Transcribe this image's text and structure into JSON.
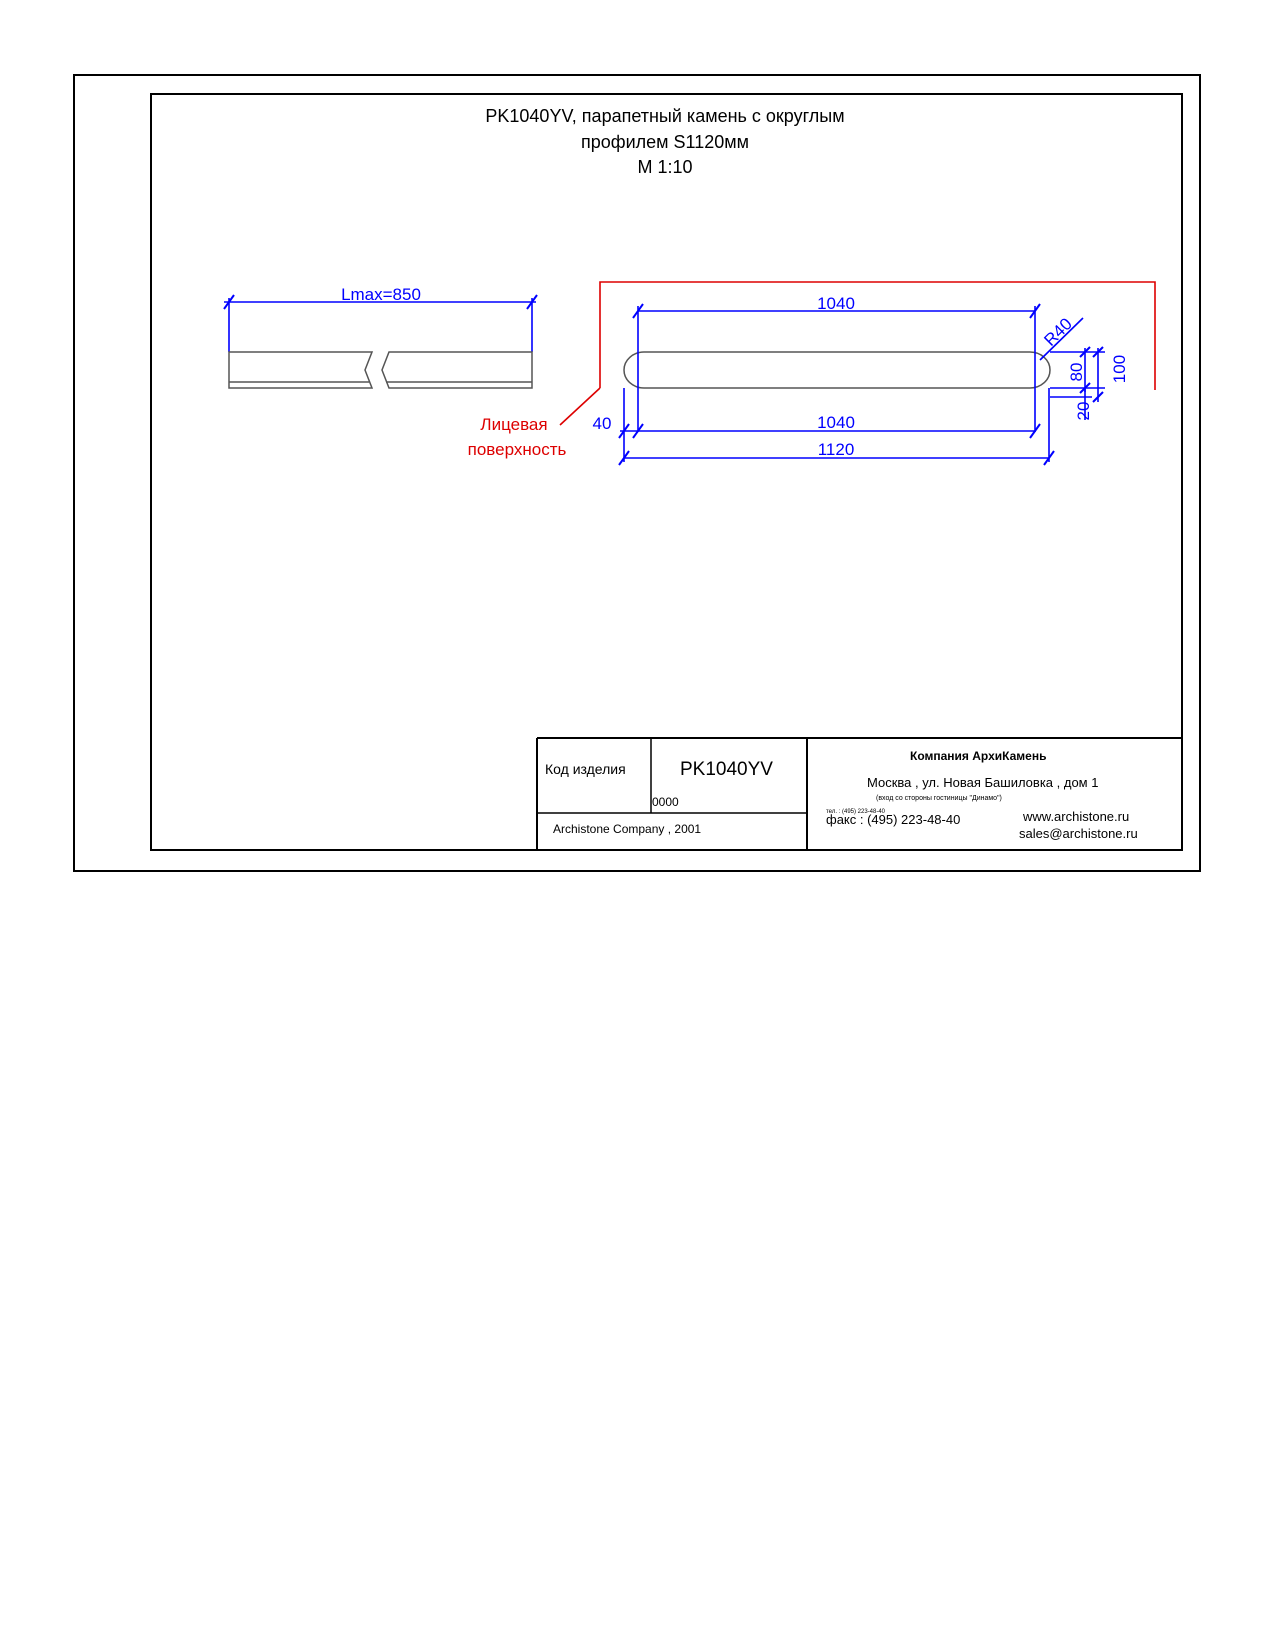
{
  "title": {
    "line1": "PK1040YV, парапетный камень с округлым",
    "line2": "профилем S1120мм",
    "line3": "М 1:10"
  },
  "drawing": {
    "length_label": "Lmax=850",
    "dim_top": "1040",
    "dim_bottom": "1040",
    "dim_total": "1120",
    "dim_left": "40",
    "dim_radius": "R40",
    "dim_80": "80",
    "dim_100": "100",
    "dim_20": "20",
    "face_label_1": "Лицевая",
    "face_label_2": "поверхность"
  },
  "title_block": {
    "code_label": "Код изделия",
    "code_value": "PK1040YV",
    "code_number": "0000",
    "copyright": "Archistone  Company ,  2001",
    "company": "Компания  АрхиКамень",
    "address": "Москва , ул. Новая Башиловка , дом 1",
    "address_note": "(вход со стороны гостиницы \"Динамо\")",
    "phone_small": "тел. : (495) 223-48-40",
    "fax": "факс :  (495) 223-48-40",
    "web": "www.archistone.ru",
    "email": "sales@archistone.ru"
  },
  "colors": {
    "dimension": "#0000ff",
    "annotation": "#dd0000",
    "outline": "#555555",
    "frame": "#000000"
  }
}
